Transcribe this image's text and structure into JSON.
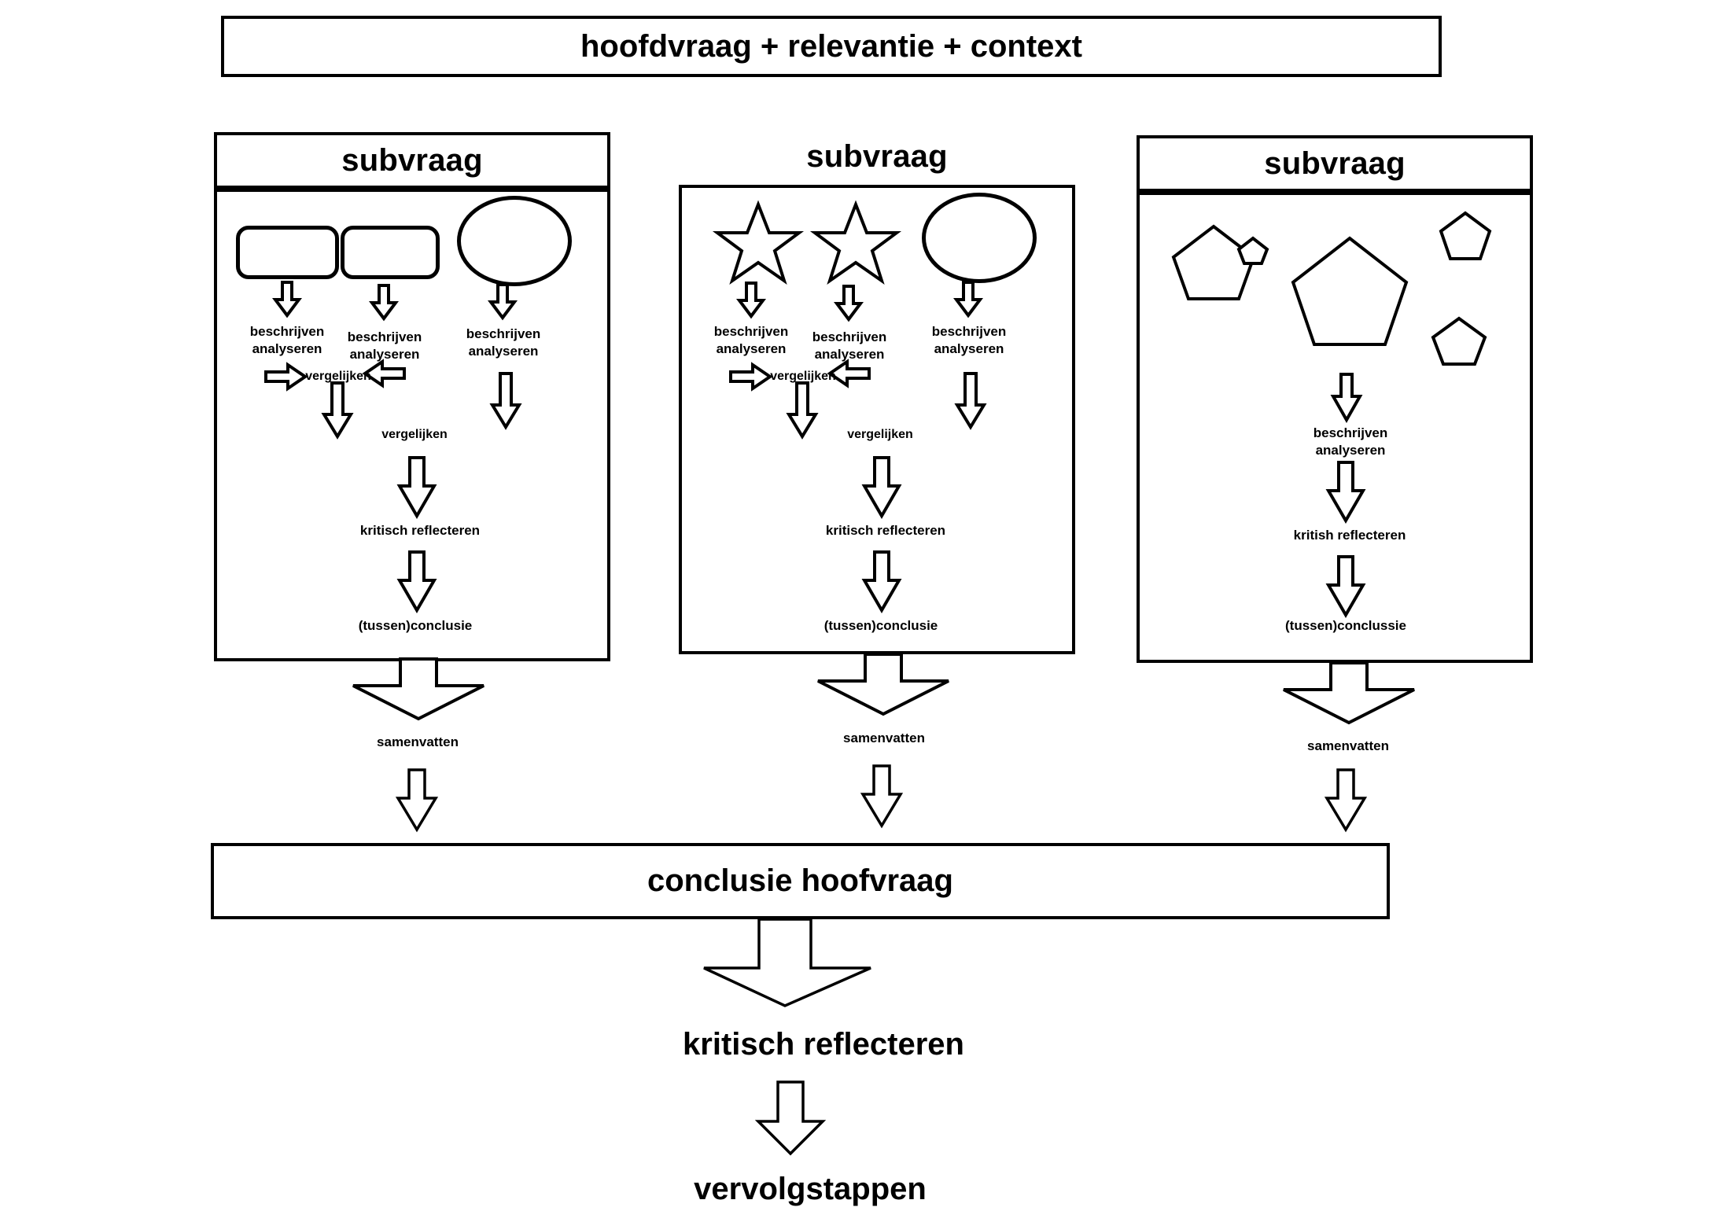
{
  "diagram": {
    "title_box": {
      "label": "hoofdvraag + relevantie + context"
    },
    "columns": [
      {
        "header": "subvraag",
        "shapes": [
          "rounded-rectangle",
          "rounded-rectangle",
          "ellipse"
        ],
        "step_labels": {
          "describe_1": "beschrijven\nanalyseren",
          "describe_2": "beschrijven\nanalyseren",
          "describe_3": "beschrijven\nanalyseren",
          "compare_1": "vergelijken",
          "compare_2": "vergelijken",
          "reflect": "kritisch reflecteren",
          "conclusion": "(tussen)conclusie"
        },
        "summarize": "samenvatten"
      },
      {
        "header": "subvraag",
        "shapes": [
          "star",
          "star",
          "ellipse"
        ],
        "step_labels": {
          "describe_1": "beschrijven\nanalyseren",
          "describe_2": "beschrijven\nanalyseren",
          "describe_3": "beschrijven\nanalyseren",
          "compare_1": "vergelijken",
          "compare_2": "vergelijken",
          "reflect": "kritisch reflecteren",
          "conclusion": "(tussen)conclusie"
        },
        "summarize": "samenvatten"
      },
      {
        "header": "subvraag",
        "shapes": [
          "pentagon",
          "pentagon",
          "pentagon",
          "pentagon",
          "pentagon"
        ],
        "step_labels": {
          "describe_1": "beschrijven\nanalyseren",
          "reflect": "kritish reflecteren",
          "conclusion": "(tussen)conclussie"
        },
        "summarize": "samenvatten"
      }
    ],
    "conclusion_box": {
      "label": "conclusie hoofvraag"
    },
    "final_steps": {
      "reflect": "kritisch reflecteren",
      "next": "vervolgstappen"
    }
  },
  "colors": {
    "stroke": "#000000",
    "background": "#ffffff"
  }
}
